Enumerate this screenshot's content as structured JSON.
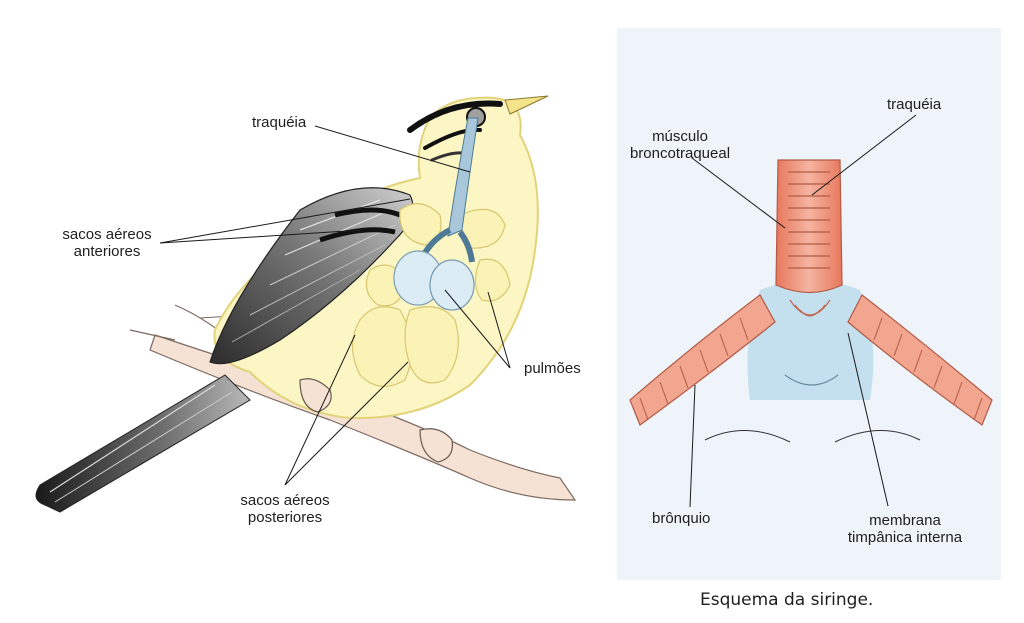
{
  "bird_figure": {
    "labels": {
      "traqueia": "traquéia",
      "sacos_anteriores_1": "sacos aéreos",
      "sacos_anteriores_2": "anteriores",
      "pulmoes": "pulmões",
      "sacos_posteriores_1": "sacos aéreos",
      "sacos_posteriores_2": "posteriores"
    }
  },
  "syrinx_figure": {
    "labels": {
      "traqueia": "traquéia",
      "musculo_1": "músculo",
      "musculo_2": "broncotraqueal",
      "bronquio": "brônquio",
      "membrana_1": "membrana",
      "membrana_2": "timpânica interna"
    },
    "caption": "Esquema da siringe."
  },
  "colors": {
    "body_fill": "#fbf6c4",
    "body_stroke": "#e2d37a",
    "lung_fill": "#dcecf4",
    "trachea_fill": "#a9c7da",
    "panel_bg": "#eef4f9",
    "syrinx_red": "#e07a62",
    "syrinx_blue": "#bcdcec",
    "wing_dark": "#333333",
    "branch_fill": "#f6e2d4"
  }
}
